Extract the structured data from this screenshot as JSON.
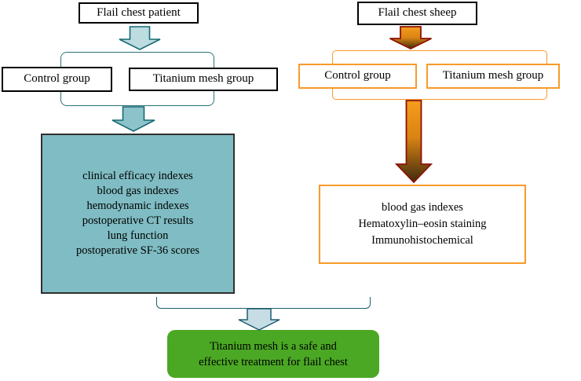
{
  "left_branch": {
    "root_label": "Flail chest patient",
    "groups": [
      "Control group",
      "Titanium mesh group"
    ],
    "outcomes": [
      "clinical efficacy indexes",
      "blood gas indexes",
      "hemodynamic indexes",
      "postoperative CT results",
      "lung function",
      "postoperative SF-36 scores"
    ]
  },
  "right_branch": {
    "root_label": "Flail chest sheep",
    "groups": [
      "Control group",
      "Titanium mesh group"
    ],
    "outcomes": [
      "blood gas indexes",
      "Hematoxylin–eosin staining",
      "Immunohistochemical"
    ]
  },
  "conclusion": {
    "lines": [
      "Titanium mesh is a safe and",
      "effective treatment for flail chest"
    ]
  },
  "icons": {
    "down_arrow": "⇓ block arrow drawn as SVG polygon"
  },
  "colors": {
    "teal-line": "#2d7078",
    "teal-arrow-light": "#bcdce0",
    "teal-arrow-mid": "#8cc3ca",
    "teal-arrow-stroke": "#176b74",
    "teal-fill": "#7fbcc3",
    "teal-box-border": "#2f2f2f",
    "orange": "#f79b28",
    "orange-arrow-top": "#f69c1d",
    "orange-arrow-mid": "#d98414",
    "orange-arrow-bottom": "#3f2a0e",
    "orange-arrow-stroke": "#8b1205",
    "merge-line": "#1f5f6e",
    "merge-arrow-fill": "#c6dde6",
    "green": "#4ba824",
    "box-border-black": "#000000",
    "text": "#000000"
  }
}
